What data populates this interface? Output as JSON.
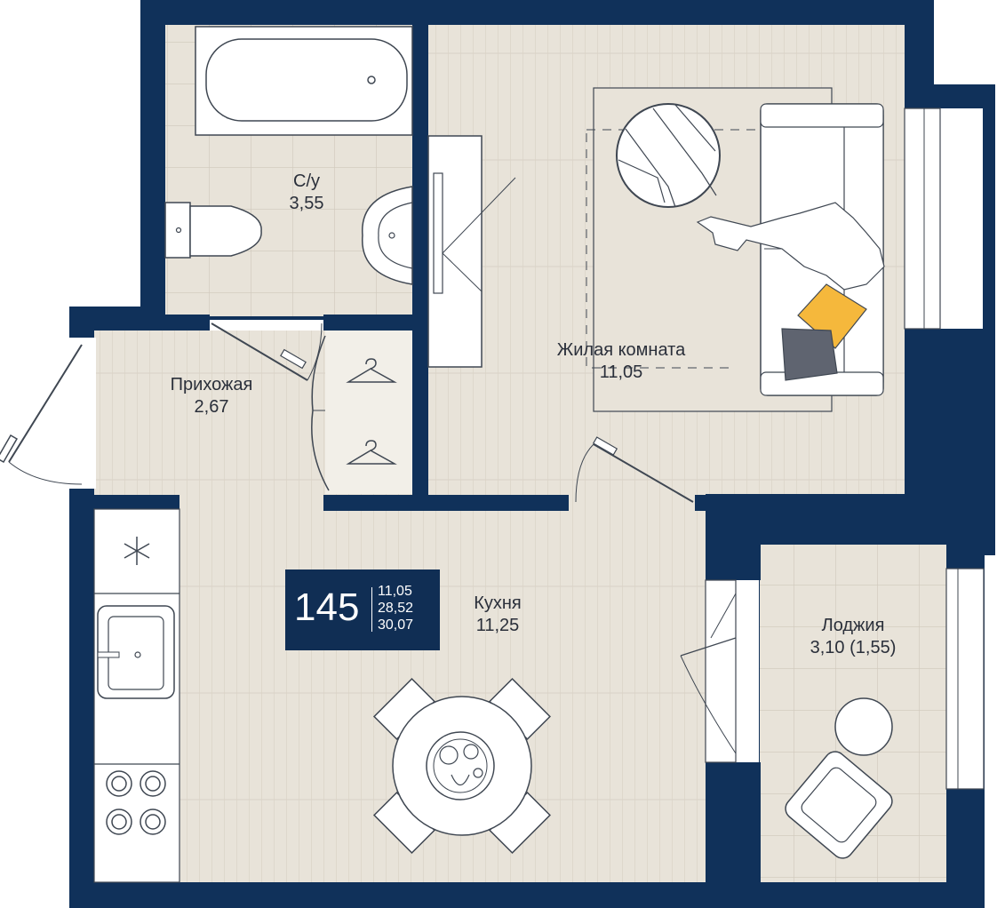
{
  "colors": {
    "wall": "#10315a",
    "floor": "#e8e3d9",
    "tile": "#e8e3d9",
    "line": "#cfc8bb",
    "furniture_stroke": "#3f4752",
    "pillow_yellow": "#f5b83c",
    "pillow_gray": "#5f6470",
    "badge_bg": "#102e54",
    "text": "#2a2f3a"
  },
  "rooms": {
    "bathroom": {
      "name": "С/у",
      "area": "3,55"
    },
    "hallway": {
      "name": "Прихожая",
      "area": "2,67"
    },
    "living": {
      "name": "Жилая комната",
      "area": "11,05"
    },
    "kitchen": {
      "name": "Кухня",
      "area": "11,25"
    },
    "loggia": {
      "name": "Лоджия",
      "area": "3,10 (1,55)"
    }
  },
  "badge": {
    "number": "145",
    "living_area": "11,05",
    "total_area": "28,52",
    "total_area_with_loggia": "30,07"
  },
  "icons": [
    "bathtub-icon",
    "toilet-icon",
    "sink-icon",
    "hanger-icon",
    "snowflake-icon",
    "stove-icon",
    "dining-table-icon",
    "sofa-icon",
    "armchair-icon",
    "round-table-icon",
    "rug-icon"
  ]
}
